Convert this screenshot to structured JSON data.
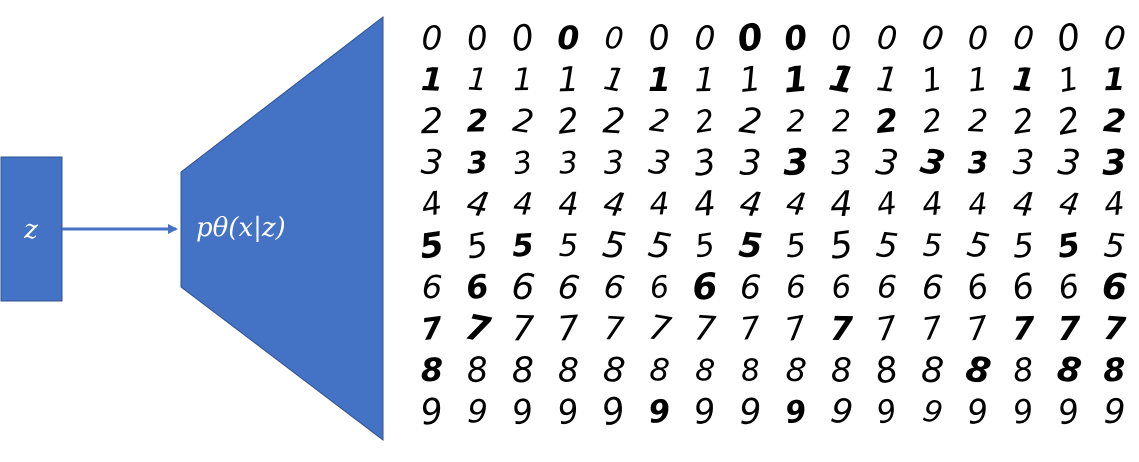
{
  "colors": {
    "shape_fill": "#4472C4",
    "shape_stroke": "#2F528F",
    "arrow": "#4472C4",
    "digit_ink": "#000000"
  },
  "latent": {
    "label": "z"
  },
  "decoder": {
    "label": "pθ(x|z)"
  },
  "mnist_grid": {
    "rows": [
      {
        "digit": "0",
        "count": 16
      },
      {
        "digit": "1",
        "count": 16
      },
      {
        "digit": "2",
        "count": 16
      },
      {
        "digit": "3",
        "count": 16
      },
      {
        "digit": "4",
        "count": 16
      },
      {
        "digit": "5",
        "count": 16
      },
      {
        "digit": "6",
        "count": 16
      },
      {
        "digit": "7",
        "count": 16
      },
      {
        "digit": "8",
        "count": 16
      },
      {
        "digit": "9",
        "count": 16
      }
    ]
  }
}
